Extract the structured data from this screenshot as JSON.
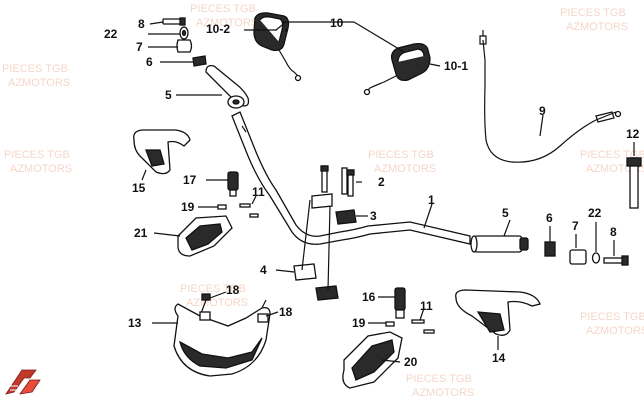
{
  "watermark": {
    "line1": "PIECES TGB",
    "line2": "AZMOTORS"
  },
  "callouts": {
    "c8a": "8",
    "c22a": "22",
    "c7a": "7",
    "c6a": "6",
    "c5a": "5",
    "c102": "10-2",
    "c10": "10",
    "c101": "10-1",
    "c9": "9",
    "c12": "12",
    "c15": "15",
    "c17a": "17",
    "c19a": "19",
    "c11a": "11",
    "c21": "21",
    "c3": "3",
    "c2": "2",
    "c1": "1",
    "c4": "4",
    "c5b": "5",
    "c6b": "6",
    "c7b": "7",
    "c22b": "22",
    "c8b": "8",
    "c13": "13",
    "c18a": "18",
    "c18b": "18",
    "c16": "16",
    "c19b": "19",
    "c11b": "11",
    "c20": "20",
    "c14": "14"
  },
  "logo": {
    "name": "tgb-logo-mark"
  }
}
